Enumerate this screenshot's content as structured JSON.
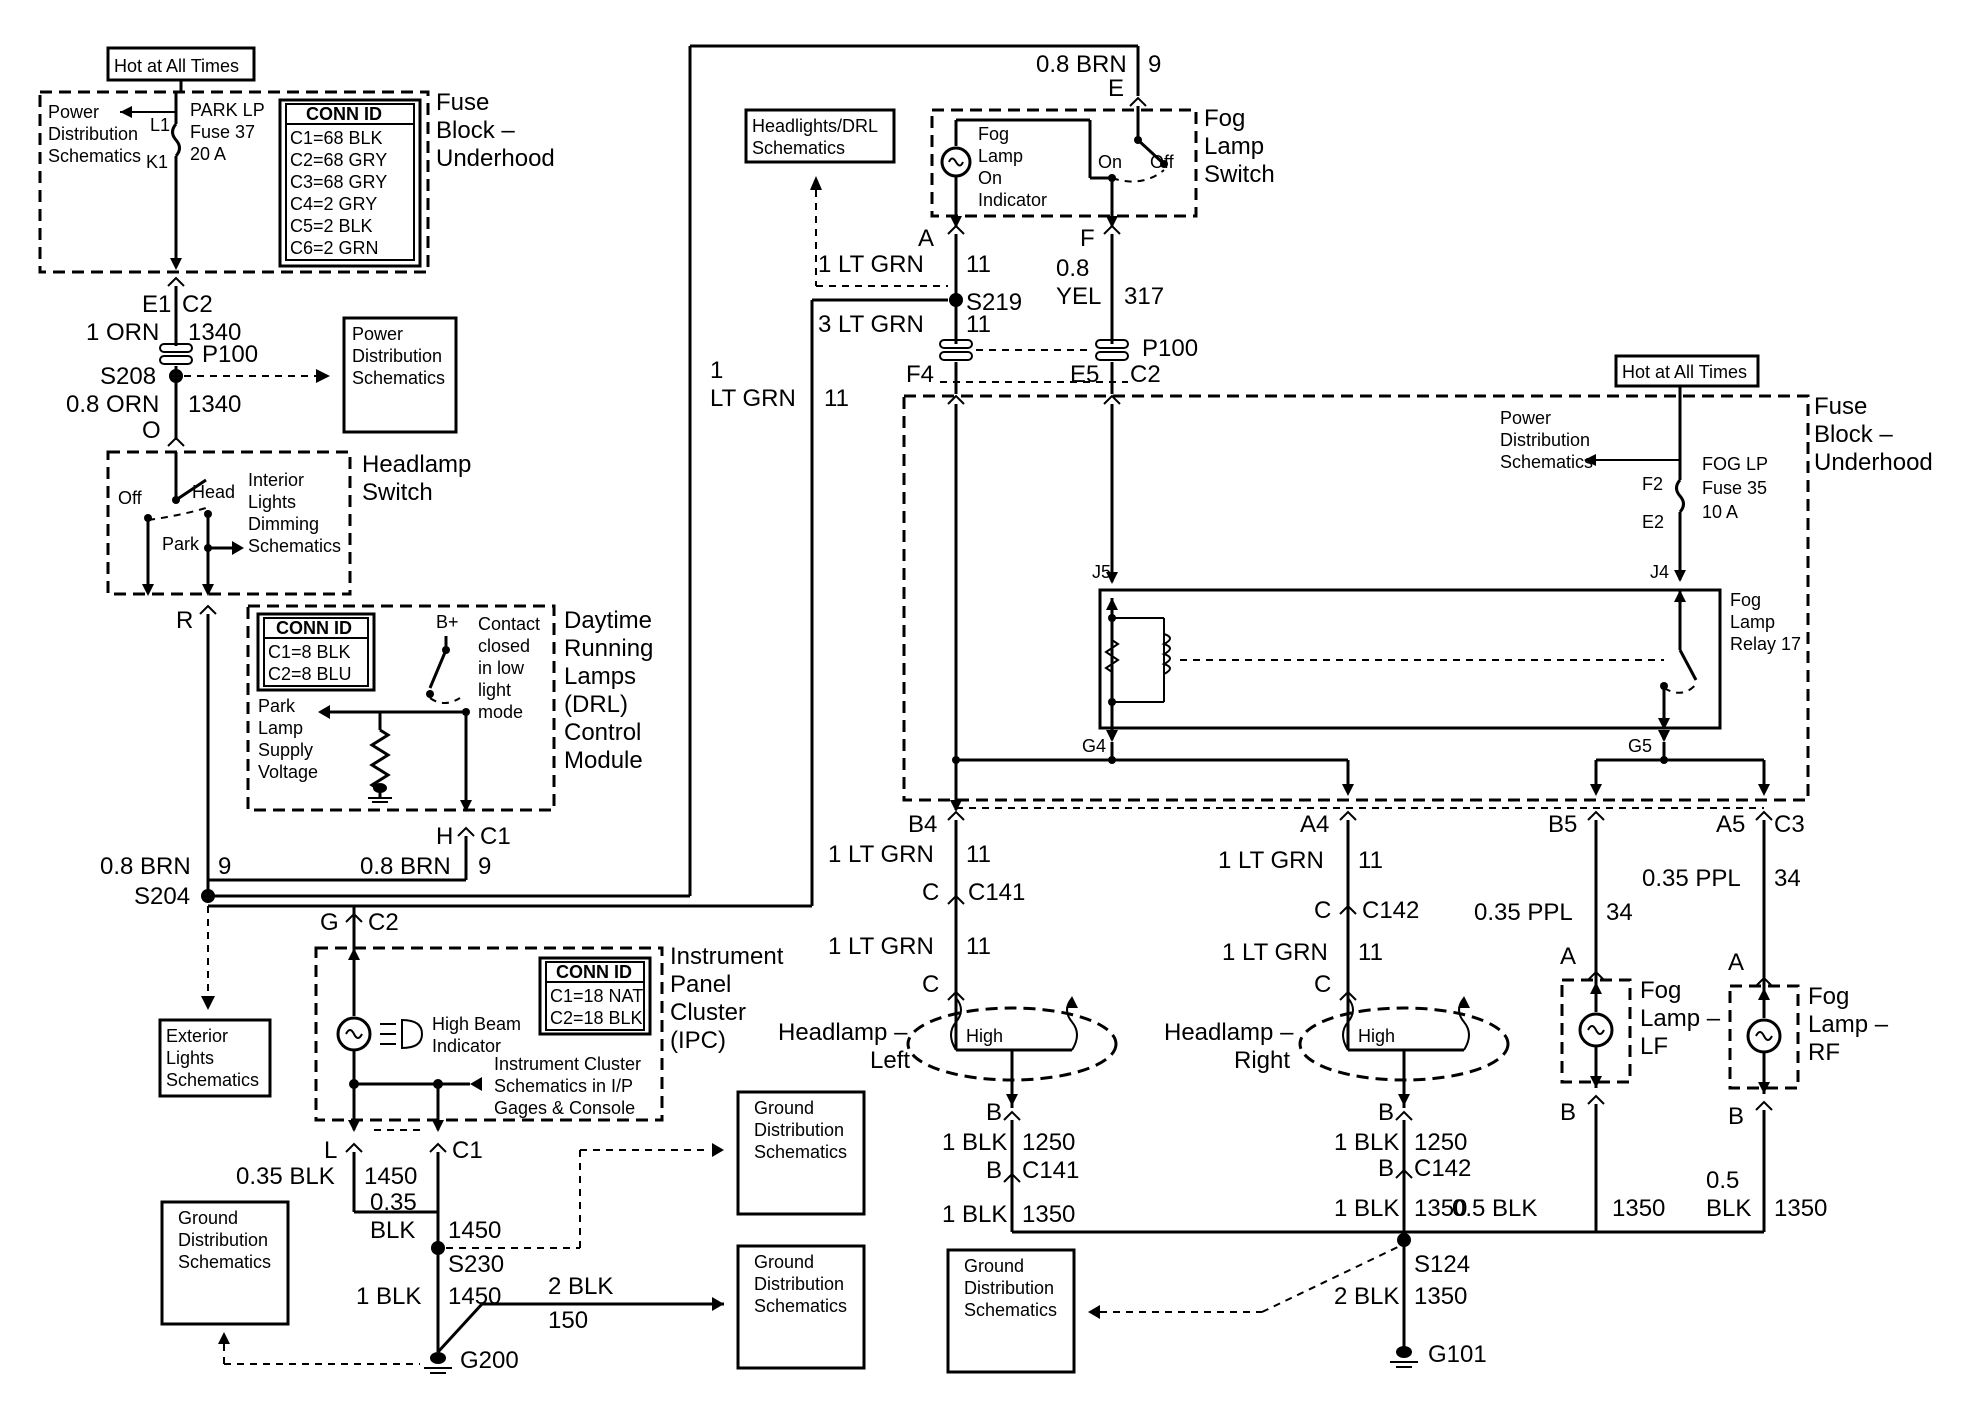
{
  "hot1": "Hot at All Times",
  "hot2": "Hot at All Times",
  "fb1": {
    "name1": "Fuse",
    "name2": "Block –",
    "name3": "Underhood",
    "pd1": "Power",
    "pd2": "Distribution",
    "pd3": "Schematics",
    "l1": "L1",
    "k1": "K1",
    "fuse1": "PARK LP",
    "fuse2": "Fuse 37",
    "fuse3": "20 A",
    "conn_title": "CONN ID",
    "conn": [
      "C1=68 BLK",
      "C2=68 GRY",
      "C3=68 GRY",
      "C4=2 GRY",
      "C5=2 BLK",
      "C6=2 GRN"
    ]
  },
  "w1": {
    "e1": "E1",
    "c2": "C2",
    "wire": "1 ORN",
    "circ": "1340",
    "p100": "P100",
    "s208": "S208",
    "wire2": "0.8 ORN",
    "circ2": "1340",
    "o": "O"
  },
  "pds_a": [
    "Power",
    "Distribution",
    "Schematics"
  ],
  "hs": {
    "name1": "Headlamp",
    "name2": "Switch",
    "off": "Off",
    "head": "Head",
    "park": "Park",
    "il1": "Interior",
    "il2": "Lights",
    "il3": "Dimming",
    "il4": "Schematics",
    "r": "R"
  },
  "drl": {
    "conn_title": "CONN ID",
    "conn": [
      "C1=8 BLK",
      "C2=8 BLU"
    ],
    "bplus": "B+",
    "contact": [
      "Contact",
      "closed",
      "in low",
      "light",
      "mode"
    ],
    "park": [
      "Park",
      "Lamp",
      "Supply",
      "Voltage"
    ],
    "name": [
      "Daytime",
      "Running",
      "Lamps",
      "(DRL)",
      "Control",
      "Module"
    ],
    "h": "H",
    "c1": "C1",
    "wire": "0.8 BRN",
    "circ": "9"
  },
  "s204": {
    "wire": "0.8 BRN",
    "circ": "9",
    "name": "S204"
  },
  "ext": [
    "Exterior",
    "Lights",
    "Schematics"
  ],
  "ipc": {
    "g": "G",
    "c2": "C2",
    "conn_title": "CONN ID",
    "conn": [
      "C1=18 NAT",
      "C2=18 BLK"
    ],
    "hb1": "High Beam",
    "hb2": "Indicator",
    "ic": [
      "Instrument Cluster",
      "Schematics in I/P",
      "Gages & Console"
    ],
    "name": [
      "Instrument",
      "Panel",
      "Cluster",
      "(IPC)"
    ],
    "l": "L",
    "c1": "C1",
    "wa": "0.35 BLK",
    "ca": "1450",
    "wb1": "0.35",
    "wb2": "BLK",
    "cb": "1450"
  },
  "gnd": {
    "gds1": [
      "Ground",
      "Distribution",
      "Schematics"
    ],
    "gds2": [
      "Ground",
      "Distribution",
      "Schematics"
    ],
    "gds3": [
      "Ground",
      "Distribution",
      "Schematics"
    ],
    "gds4": [
      "Ground",
      "Distribution",
      "Schematics"
    ],
    "s230": "S230",
    "w1": "1 BLK",
    "c1": "1450",
    "w2": "2 BLK",
    "c2": "150",
    "g200": "G200"
  },
  "top": {
    "wire": "0.8 BRN",
    "circ": "9",
    "e": "E"
  },
  "hdrl": [
    "Headlights/DRL",
    "Schematics"
  ],
  "fls": {
    "ind": [
      "Fog",
      "Lamp",
      "On",
      "Indicator"
    ],
    "on": "On",
    "off": "Off",
    "name": [
      "Fog",
      "Lamp",
      "Switch"
    ],
    "a": "A",
    "f": "F"
  },
  "mid": {
    "wa": "1 LT GRN",
    "ca": "11",
    "s219": "S219",
    "wf1": "0.8",
    "wf2": "YEL",
    "cf": "317",
    "w3": "3 LT GRN",
    "c3": "11",
    "p100": "P100",
    "f4": "F4",
    "e5": "E5",
    "c2": "C2",
    "l1a": "1",
    "l1b": "LT GRN",
    "l1c": "11"
  },
  "fb2": {
    "name": [
      "Fuse",
      "Block –",
      "Underhood"
    ],
    "pd": [
      "Power",
      "Distribution",
      "Schematics"
    ],
    "f2": "F2",
    "e2": "E2",
    "fuse": [
      "FOG LP",
      "Fuse 35",
      "10 A"
    ],
    "j5": "J5",
    "j4": "J4",
    "relay": [
      "Fog",
      "Lamp",
      "Relay 17"
    ],
    "g4": "G4",
    "g5": "G5"
  },
  "lamps": {
    "b4": "B4",
    "a4": "A4",
    "b5": "B5",
    "a5": "A5",
    "c3": "C3",
    "l_w": "1 LT GRN",
    "l_c": "11",
    "l_cc": "C",
    "l_cn": "C141",
    "l_w2": "1 LT GRN",
    "l_c2": "11",
    "l_c3": "C",
    "r_w": "1 LT GRN",
    "r_c": "11",
    "r_cc": "C",
    "r_cn": "C142",
    "r_w2": "1 LT GRN",
    "r_c2": "11",
    "r_c3": "C",
    "lf_w": "0.35 PPL",
    "lf_c": "34",
    "rf_w": "0.35 PPL",
    "rf_c": "34",
    "hl_name": [
      "Headlamp –",
      "Left"
    ],
    "hr_name": [
      "Headlamp –",
      "Right"
    ],
    "high": "High",
    "high2": "High",
    "flf": [
      "Fog",
      "Lamp –",
      "LF"
    ],
    "frf": [
      "Fog",
      "Lamp –",
      "RF"
    ],
    "a": "A",
    "b": "B"
  },
  "low": {
    "lb": "B",
    "lw": "1 BLK",
    "lc": "1250",
    "lb2": "B",
    "lcn": "C141",
    "lw2": "1 BLK",
    "lc2": "1350",
    "rb": "B",
    "rw": "1 BLK",
    "rc": "1250",
    "rb2": "B",
    "rcn": "C142",
    "rw2": "1 BLK",
    "rc2": "1350",
    "fw": "0.5 BLK",
    "fc": "1350",
    "gw1": "0.5",
    "gw2": "BLK",
    "gc": "1350",
    "s124": "S124",
    "sw": "2 BLK",
    "sc": "1350",
    "g101": "G101"
  }
}
